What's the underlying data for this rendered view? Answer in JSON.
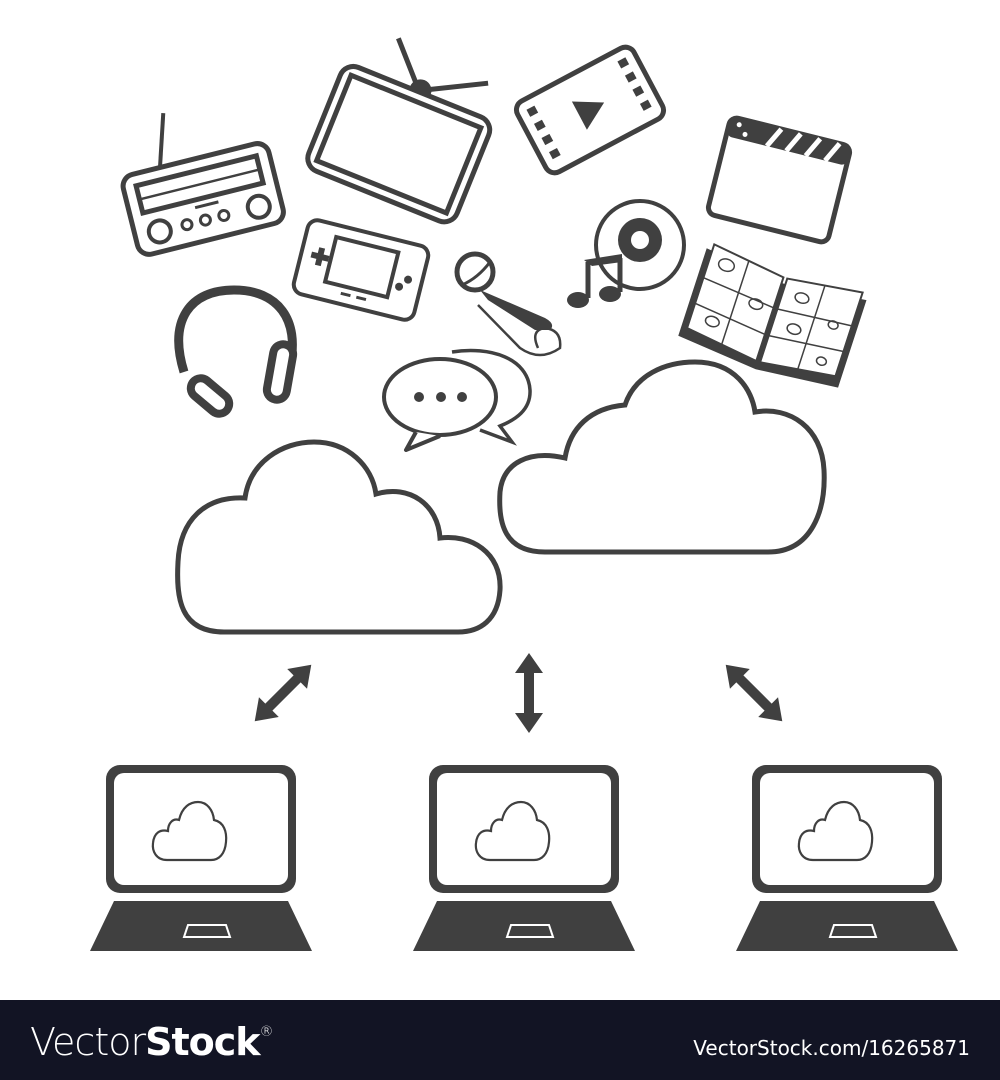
{
  "diagram": {
    "subject": "Cloud media sharing network",
    "stroke_color": "#404040",
    "background": "#ffffff",
    "media_icons": [
      {
        "name": "radio"
      },
      {
        "name": "television"
      },
      {
        "name": "video-film"
      },
      {
        "name": "clapperboard"
      },
      {
        "name": "handheld-game-console"
      },
      {
        "name": "microphone"
      },
      {
        "name": "music-disc-note"
      },
      {
        "name": "comic-book"
      },
      {
        "name": "headphones"
      },
      {
        "name": "chat-bubbles"
      }
    ],
    "clouds": [
      {
        "name": "cloud-left"
      },
      {
        "name": "cloud-right"
      }
    ],
    "connectors": [
      {
        "name": "arrow-diagonal-left",
        "direction": "bidirectional"
      },
      {
        "name": "arrow-vertical-center",
        "direction": "bidirectional"
      },
      {
        "name": "arrow-diagonal-right",
        "direction": "bidirectional"
      }
    ],
    "clients": [
      {
        "name": "laptop-left",
        "screen_icon": "cloud"
      },
      {
        "name": "laptop-center",
        "screen_icon": "cloud"
      },
      {
        "name": "laptop-right",
        "screen_icon": "cloud"
      }
    ]
  },
  "footer": {
    "brand_light": "Vector",
    "brand_bold": "Stock",
    "brand_mark": "®",
    "reference": "VectorStock.com/16265871",
    "background": "#121424"
  }
}
